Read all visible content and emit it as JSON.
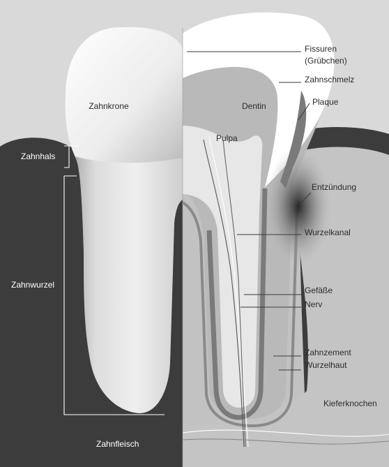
{
  "labels": {
    "zahnkrone": "Zahnkrone",
    "zahnhals": "Zahnhals",
    "zahnwurzel": "Zahnwurzel",
    "zahnfleisch": "Zahnfleisch",
    "fissuren_1": "Fissuren",
    "fissuren_2": "(Grübchen)",
    "zahnschmelz": "Zahnschmelz",
    "dentin": "Dentin",
    "plaque": "Plaque",
    "pulpa": "Pulpa",
    "entzuendung": "Entzündung",
    "wurzelkanal": "Wurzelkanal",
    "gefaesse": "Gefäße",
    "nerv": "Nerv",
    "zahnzement": "Zahnzement",
    "wurzelhaut": "Wurzelhaut",
    "kieferknochen": "Kieferknochen"
  },
  "colors": {
    "background": "#d9d9d9",
    "gum_dark": "#3c3c3c",
    "bone": "#c4c4c4",
    "dentin": "#b9b9b9",
    "enamel": "#ffffff",
    "pulp": "#e7e7e7",
    "root_canal_wall": "#7a7a7a",
    "inflammation": "#2a2a2a"
  }
}
